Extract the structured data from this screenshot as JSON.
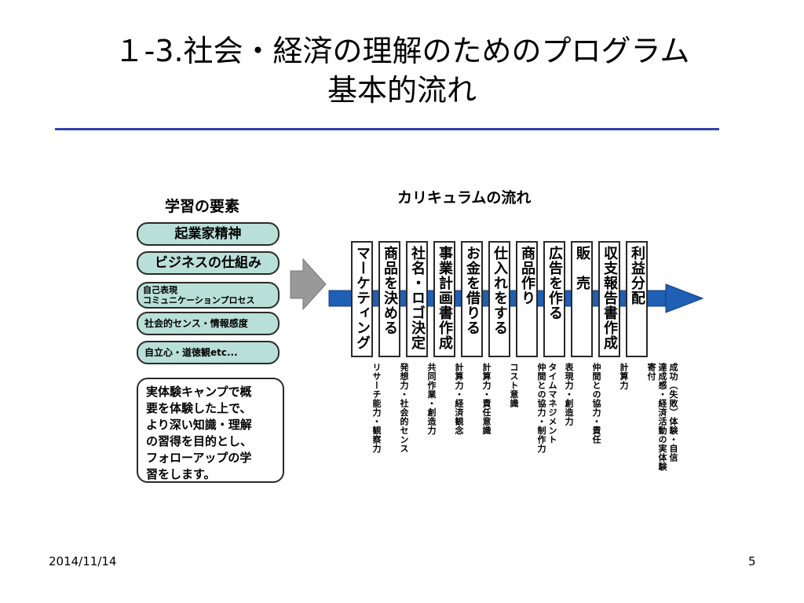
{
  "slide": {
    "title_line1": "１-3.社会・経済の理解のためのプログラム",
    "title_line2": "基本的流れ",
    "date": "2014/11/14",
    "page_number": "5"
  },
  "elements": {
    "heading": "学習の要素",
    "items": [
      {
        "label": "起業家精神",
        "style": "big"
      },
      {
        "label": "ビジネスの仕組み",
        "style": "big"
      },
      {
        "label": "自己表現\nコミュニケーションプロセス",
        "style": "two"
      },
      {
        "label": "社会的センス・情報感度",
        "style": "small"
      },
      {
        "label": "自立心・道徳観etc...",
        "style": "small"
      }
    ],
    "description": "実体験キャンプで概\n要を体験した上で、\nより深い知識・理解\nの習得を目的とし、\nフォローアップの学\n習をします。"
  },
  "curriculum": {
    "heading": "カリキュラムの流れ",
    "steps": [
      {
        "label": "マーケティング",
        "skills": [
          "リサーチ能力・観察力"
        ]
      },
      {
        "label": "商品を決める",
        "skills": [
          "発想力・社会的センス"
        ]
      },
      {
        "label": "社名・ロゴ決定",
        "skills": [
          "共同作業・創造力"
        ]
      },
      {
        "label": "事業計画書作成",
        "skills": [
          "計算力・経済観念"
        ]
      },
      {
        "label": "お金を借りる",
        "skills": [
          "計算力・責任意識"
        ]
      },
      {
        "label": "仕入れをする",
        "skills": [
          "コスト意識"
        ]
      },
      {
        "label": "商品作り",
        "skills": [
          "仲間との協力・制作力",
          "タイムマネジメント"
        ]
      },
      {
        "label": "広告を作る",
        "skills": [
          "表現力・創造力"
        ]
      },
      {
        "label": "販　売",
        "skills": [
          "仲間との協力・責任"
        ]
      },
      {
        "label": "収支報告書作成",
        "skills": [
          "計算力"
        ]
      },
      {
        "label": "利益分配",
        "skills": [
          "寄付",
          "達成感・経済活動の実体験",
          "成功（失敗）体験・自信"
        ]
      }
    ]
  },
  "colors": {
    "accent_rule": "#3344aa",
    "pill_fill": "#b9e0d8",
    "flow_arrow": "#1f5fb4",
    "big_arrow": "#999999"
  }
}
